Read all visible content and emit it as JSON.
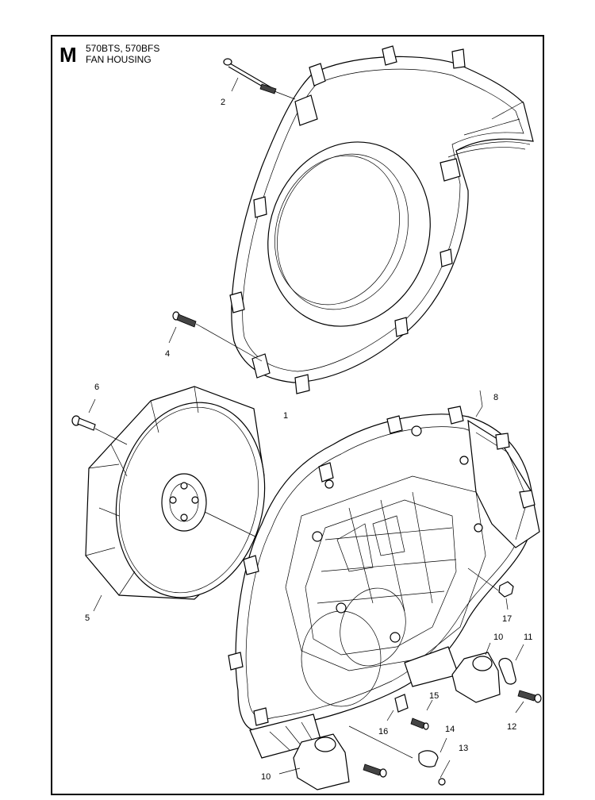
{
  "header": {
    "section_letter": "M",
    "models": "570BTS, 570BFS",
    "title": "FAN HOUSING"
  },
  "callouts": [
    "1",
    "2",
    "4",
    "5",
    "6",
    "8",
    "10",
    "10",
    "11",
    "12",
    "13",
    "14",
    "15",
    "16",
    "17"
  ]
}
